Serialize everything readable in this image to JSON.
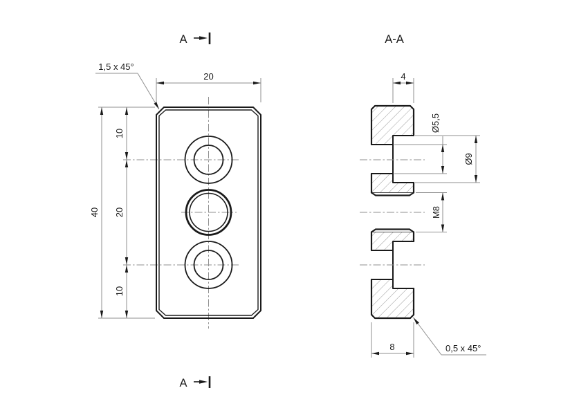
{
  "drawing": {
    "section_marker_top": {
      "letter": "A"
    },
    "section_marker_bottom": {
      "letter": "A"
    },
    "section_label": "A-A",
    "front_view": {
      "dim_width": "20",
      "dim_height": "40",
      "dim_top_spacing": "10",
      "dim_mid_spacing": "20",
      "dim_bottom_spacing": "10",
      "chamfer_note": "1,5 x 45°"
    },
    "section_view": {
      "dim_counterbore_depth": "4",
      "dim_hole_diameter": "Ø5,5",
      "dim_counterbore_diameter": "Ø9",
      "dim_thread": "M8",
      "dim_thickness": "8",
      "chamfer_note": "0,5 x 45°"
    },
    "colors": {
      "outline": "#1a1a1a",
      "thin_line": "#8f8f8f",
      "hatch": "#9a9a9a",
      "text": "#1a1a1a",
      "background": "#ffffff"
    }
  }
}
